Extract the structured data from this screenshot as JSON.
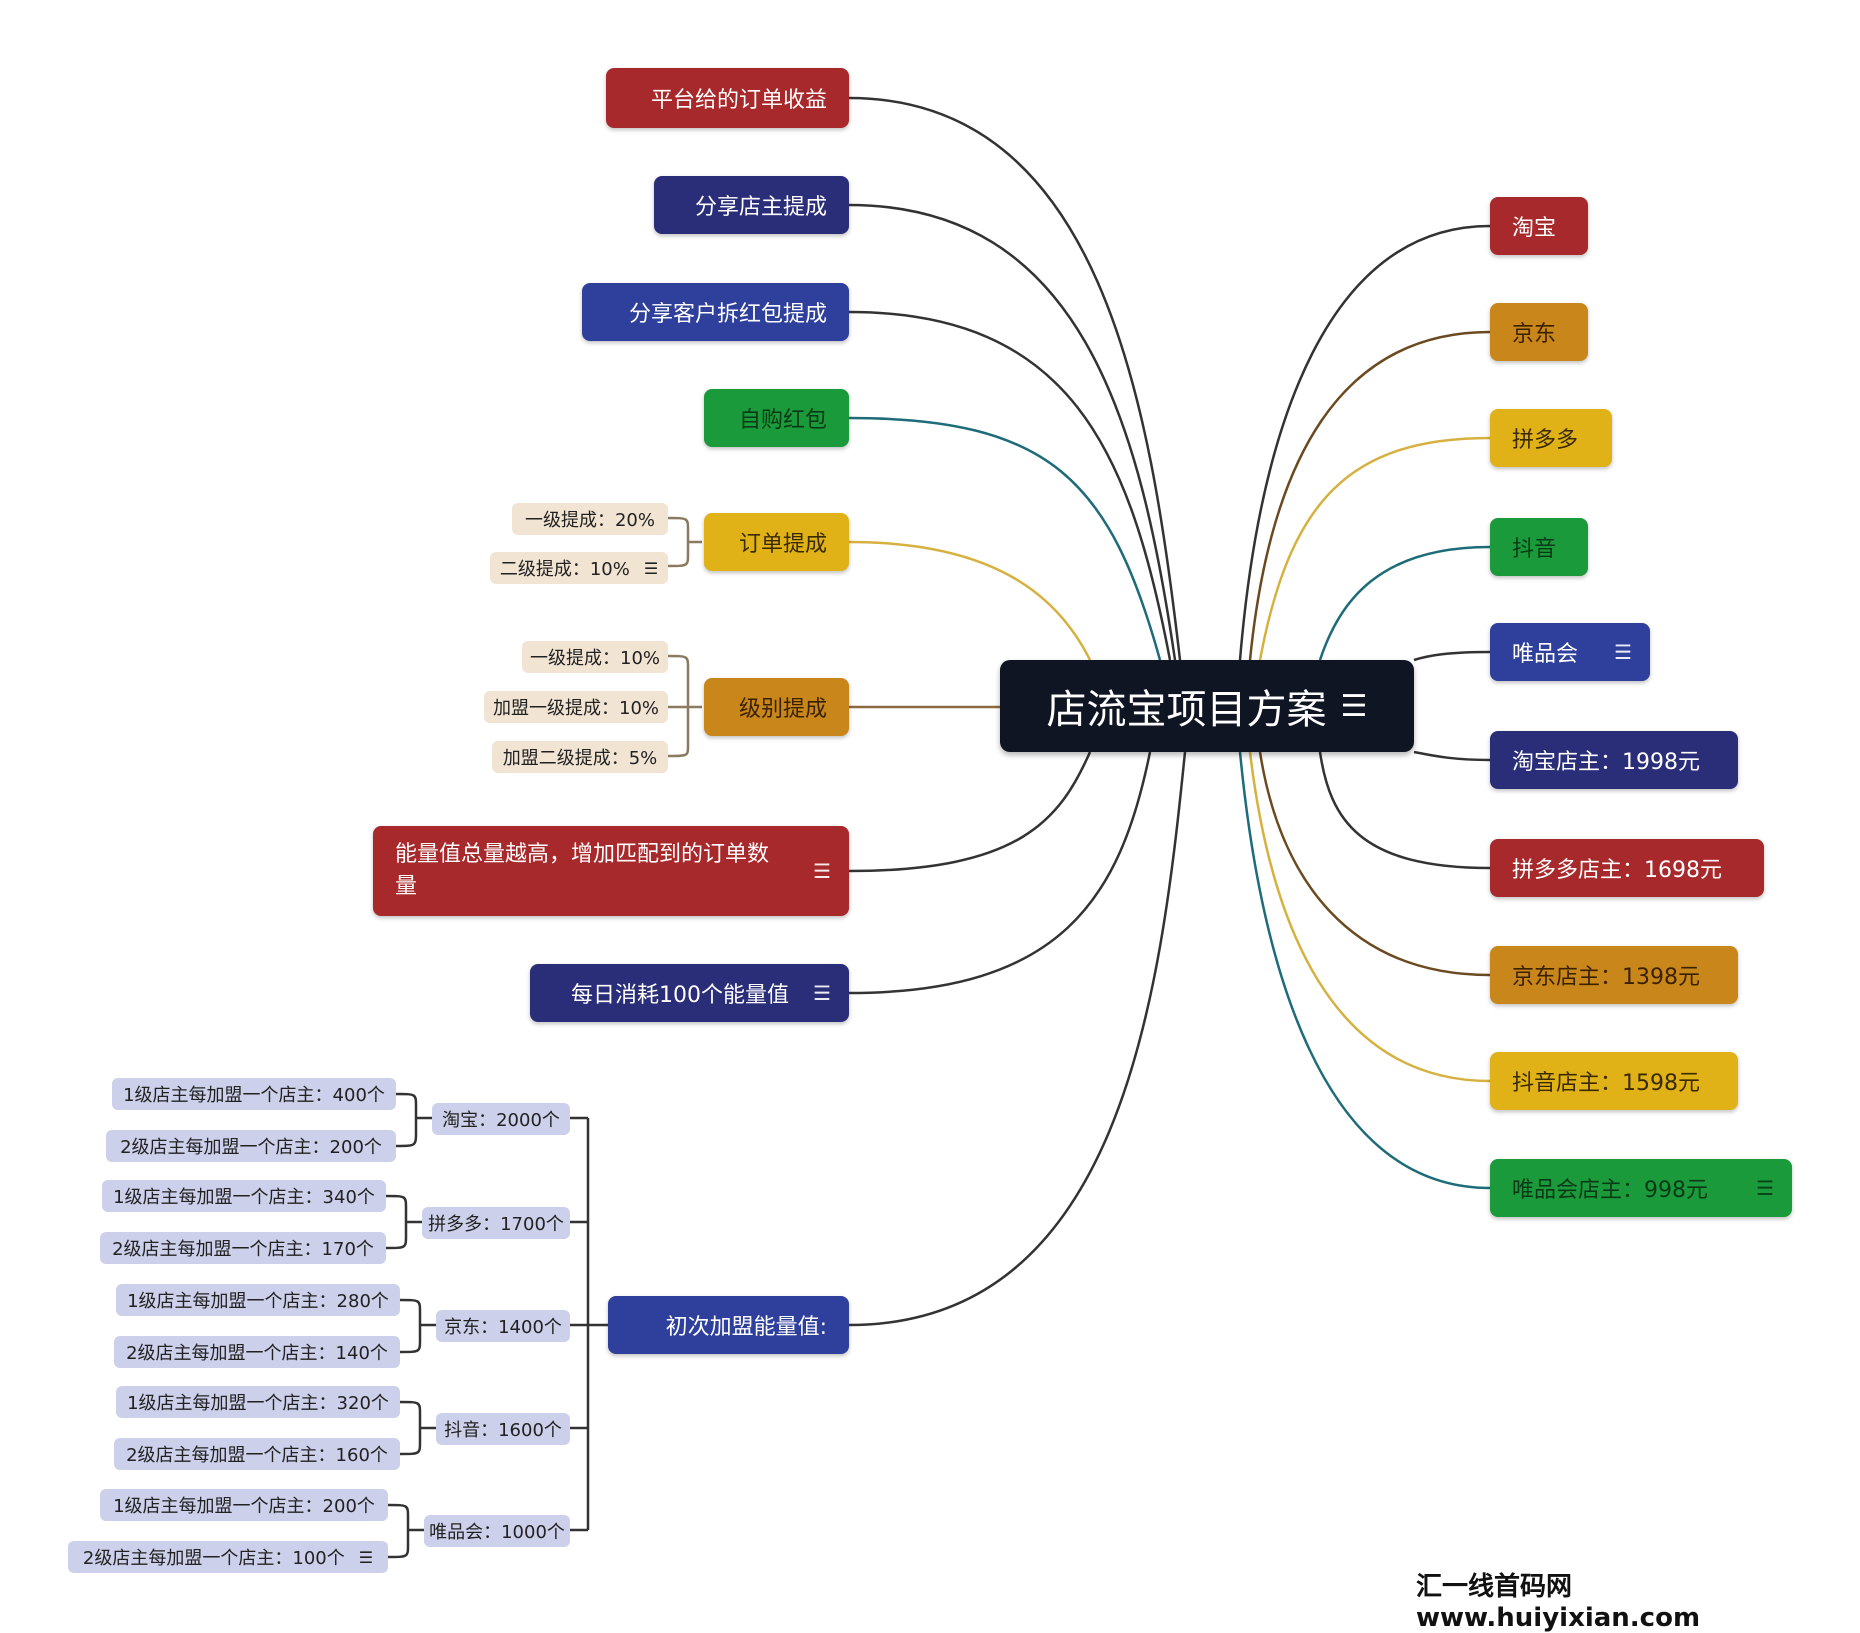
{
  "title": "店流宝项目方案",
  "menu_glyph": "☰",
  "colors": {
    "red": "#a8292b",
    "navy": "#2a2e78",
    "blue": "#2e3f9c",
    "green": "#1a9a3a",
    "yellow": "#e0b217",
    "orange": "#c9861a",
    "root": "#0f1522"
  },
  "left": {
    "platform_income": "平台给的订单收益",
    "share_owner": "分享店主提成",
    "share_customer": "分享客户拆红包提成",
    "self_buy": "自购红包",
    "order_commission": {
      "label": "订单提成",
      "children": [
        "一级提成：20%",
        "二级提成：10%"
      ]
    },
    "level_commission": {
      "label": "级别提成",
      "children": [
        "一级提成：10%",
        "加盟一级提成：10%",
        "加盟二级提成：5%"
      ]
    },
    "energy_total": "能量值总量越高，增加匹配到的订单数量",
    "daily_consume": "每日消耗100个能量值",
    "initial_energy": {
      "label": "初次加盟能量值:",
      "groups": [
        {
          "label": "淘宝：2000个",
          "children": [
            "1级店主每加盟一个店主：400个",
            "2级店主每加盟一个店主：200个"
          ]
        },
        {
          "label": "拼多多：1700个",
          "children": [
            "1级店主每加盟一个店主：340个",
            "2级店主每加盟一个店主：170个"
          ]
        },
        {
          "label": "京东：1400个",
          "children": [
            "1级店主每加盟一个店主：280个",
            "2级店主每加盟一个店主：140个"
          ]
        },
        {
          "label": "抖音：1600个",
          "children": [
            "1级店主每加盟一个店主：320个",
            "2级店主每加盟一个店主：160个"
          ]
        },
        {
          "label": "唯品会：1000个",
          "children": [
            "1级店主每加盟一个店主：200个",
            "2级店主每加盟一个店主：100个"
          ]
        }
      ]
    }
  },
  "right": {
    "taobao": "淘宝",
    "jd": "京东",
    "pdd": "拼多多",
    "douyin": "抖音",
    "vip": "唯品会",
    "taobao_owner": "淘宝店主：1998元",
    "pdd_owner": "拼多多店主：1698元",
    "jd_owner": "京东店主：1398元",
    "douyin_owner": "抖音店主：1598元",
    "vip_owner": "唯品会店主：998元"
  },
  "watermark": "汇一线首码网 www.huiyixian.com"
}
